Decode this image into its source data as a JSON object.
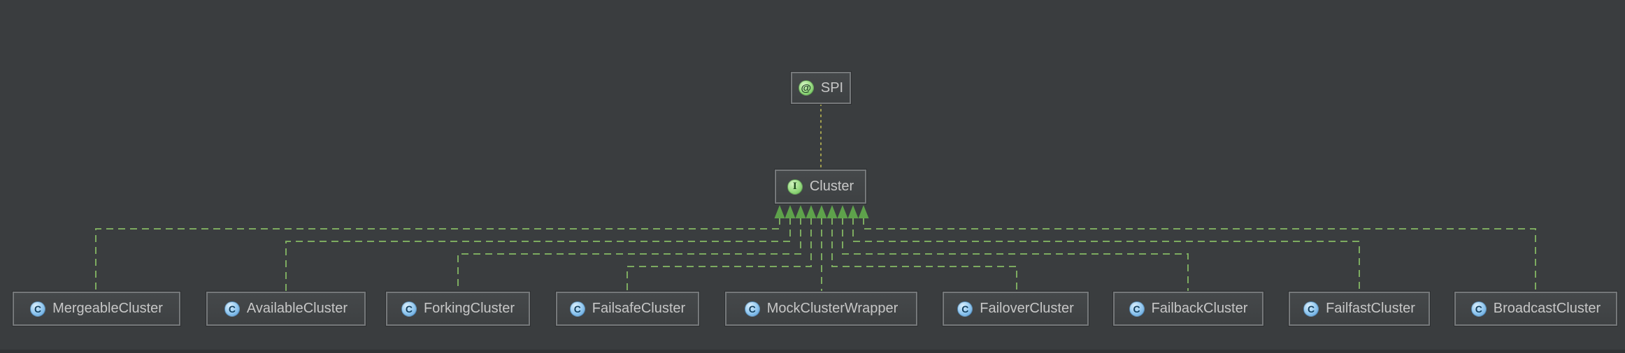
{
  "diagram": {
    "kind": "uml-class-diagram",
    "colors": {
      "background": "#3a3d3f",
      "node_fill": "#424547",
      "node_border": "#75787a",
      "node_text": "#c7c7c7",
      "implements_edge": "#7dab60",
      "implements_arrowhead": "#5ea24b",
      "annotation_edge": "#a6a350",
      "class_icon": "#8fc6ef",
      "interface_icon": "#97da80",
      "annotation_icon": "#97da80"
    }
  },
  "nodes": {
    "spi": {
      "label": "SPI",
      "kind": "annotation",
      "glyph": "@"
    },
    "cluster": {
      "label": "Cluster",
      "kind": "interface",
      "glyph": "I"
    },
    "implementations": [
      {
        "label": "MergeableCluster",
        "kind": "class",
        "glyph": "C"
      },
      {
        "label": "AvailableCluster",
        "kind": "class",
        "glyph": "C"
      },
      {
        "label": "ForkingCluster",
        "kind": "class",
        "glyph": "C"
      },
      {
        "label": "FailsafeCluster",
        "kind": "class",
        "glyph": "C"
      },
      {
        "label": "MockClusterWrapper",
        "kind": "class",
        "glyph": "C"
      },
      {
        "label": "FailoverCluster",
        "kind": "class",
        "glyph": "C"
      },
      {
        "label": "FailbackCluster",
        "kind": "class",
        "glyph": "C"
      },
      {
        "label": "FailfastCluster",
        "kind": "class",
        "glyph": "C"
      },
      {
        "label": "BroadcastCluster",
        "kind": "class",
        "glyph": "C"
      }
    ]
  },
  "edges": {
    "annotation_link": {
      "from": "Cluster",
      "to": "SPI",
      "style": "dotted"
    },
    "implements": [
      {
        "from": "MergeableCluster",
        "to": "Cluster",
        "style": "dashed-triangle"
      },
      {
        "from": "AvailableCluster",
        "to": "Cluster",
        "style": "dashed-triangle"
      },
      {
        "from": "ForkingCluster",
        "to": "Cluster",
        "style": "dashed-triangle"
      },
      {
        "from": "FailsafeCluster",
        "to": "Cluster",
        "style": "dashed-triangle"
      },
      {
        "from": "MockClusterWrapper",
        "to": "Cluster",
        "style": "dashed-triangle"
      },
      {
        "from": "FailoverCluster",
        "to": "Cluster",
        "style": "dashed-triangle"
      },
      {
        "from": "FailbackCluster",
        "to": "Cluster",
        "style": "dashed-triangle"
      },
      {
        "from": "FailfastCluster",
        "to": "Cluster",
        "style": "dashed-triangle"
      },
      {
        "from": "BroadcastCluster",
        "to": "Cluster",
        "style": "dashed-triangle"
      }
    ]
  }
}
